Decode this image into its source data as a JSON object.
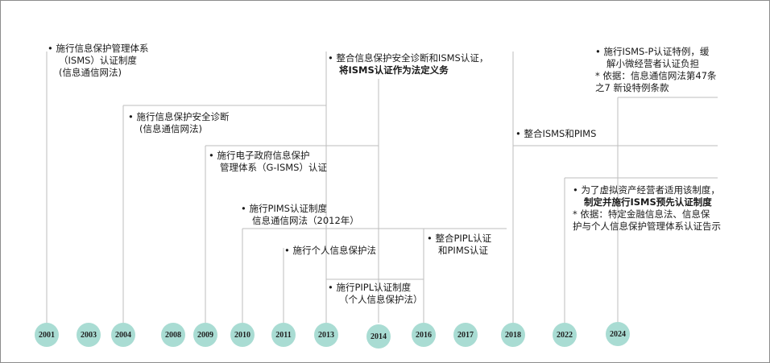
{
  "years": [
    "2001",
    "2003",
    "2004",
    "2008",
    "2009",
    "2010",
    "2011",
    "2013",
    "2014",
    "2016",
    "2017",
    "2018",
    "2022",
    "2024"
  ],
  "notes": {
    "n2001": [
      "•  施行信息保护管理体系",
      "（ISMS）认证制度",
      "(信息通信网法)"
    ],
    "n2004": [
      "•  施行信息保护安全诊断",
      "(信息通信网法)"
    ],
    "n2009": [
      "•  施行电子政府信息保护",
      "管理体系（G-ISMS）认证"
    ],
    "n2010": [
      "•  施行PIMS认证制度",
      "信息通信网法（2012年）"
    ],
    "n2011": [
      "•  施行个人信息保护法"
    ],
    "n2013a": [
      "•  整合信息保护安全诊断和ISMS认证，",
      "将ISMS认证作为法定义务"
    ],
    "n2013b": [
      "•  施行PIPL认证制度",
      "（个人信息保护法）"
    ],
    "n2016": [
      "•  整合PIPL认证",
      "和PIMS认证"
    ],
    "n2018": [
      "•  整合ISMS和PIMS"
    ],
    "n2022": [
      "•  为了虚拟资产经营者适用该制度，",
      "制定并施行ISMS预先认证制度",
      "* 依据：特定金融信息法、信息保",
      "护与个人信息保护管理体系认证告示"
    ],
    "n2024": [
      "•  施行ISMS-P认证特例，缓",
      "解小微经营者认证负担",
      "* 依据：信息通信网法第47条",
      "之7 新设特例条款"
    ]
  }
}
